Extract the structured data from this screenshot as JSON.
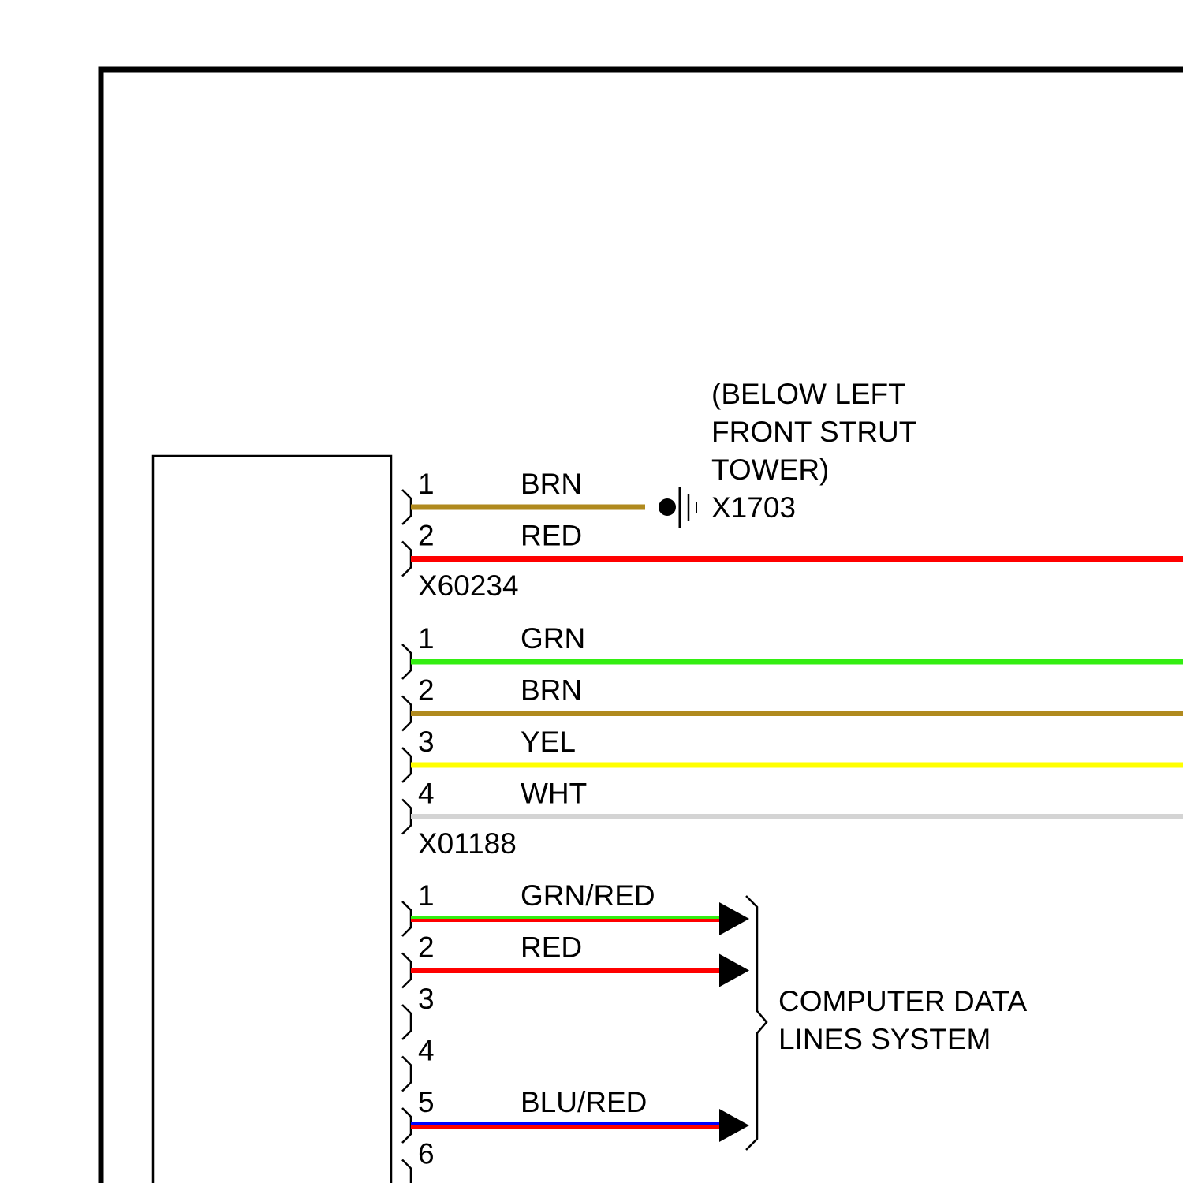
{
  "ground": {
    "location_lines": [
      "(BELOW LEFT",
      "FRONT STRUT",
      "TOWER)"
    ],
    "id": "X1703"
  },
  "connectors": [
    {
      "id": "X60234",
      "pins": [
        {
          "pin": "1",
          "color": "BRN",
          "stroke": [
            "#b08a1e"
          ],
          "end": "ground"
        },
        {
          "pin": "2",
          "color": "RED",
          "stroke": [
            "#ff0000"
          ],
          "end": "edge"
        }
      ]
    },
    {
      "id": "X01188",
      "pins": [
        {
          "pin": "1",
          "color": "GRN",
          "stroke": [
            "#33ee11"
          ],
          "end": "edge"
        },
        {
          "pin": "2",
          "color": "BRN",
          "stroke": [
            "#b08a1e"
          ],
          "end": "edge"
        },
        {
          "pin": "3",
          "color": "YEL",
          "stroke": [
            "#ffff00"
          ],
          "end": "edge"
        },
        {
          "pin": "4",
          "color": "WHT",
          "stroke": [
            "#d4d4d4"
          ],
          "end": "edge"
        }
      ]
    },
    {
      "id": "",
      "pins": [
        {
          "pin": "1",
          "color": "GRN/RED",
          "stroke": [
            "#33ee11",
            "#ff0000"
          ],
          "end": "arrow"
        },
        {
          "pin": "2",
          "color": "RED",
          "stroke": [
            "#ff0000"
          ],
          "end": "arrow"
        },
        {
          "pin": "3",
          "color": "",
          "stroke": [],
          "end": "none"
        },
        {
          "pin": "4",
          "color": "",
          "stroke": [],
          "end": "none"
        },
        {
          "pin": "5",
          "color": "BLU/RED",
          "stroke": [
            "#0000ff",
            "#ff0000"
          ],
          "end": "arrow"
        },
        {
          "pin": "6",
          "color": "",
          "stroke": [],
          "end": "none"
        }
      ]
    }
  ],
  "system": {
    "label_lines": [
      "COMPUTER DATA",
      "LINES SYSTEM"
    ]
  }
}
